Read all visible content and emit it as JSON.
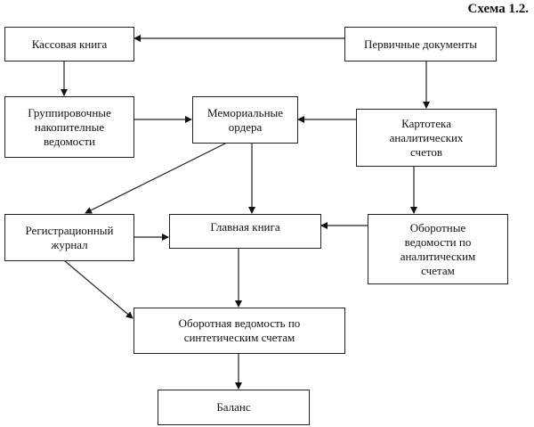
{
  "title": "Схема 1.2.",
  "nodes": {
    "cash_book": "Кассовая книга",
    "primary_docs": "Первичные документы",
    "grouping": "Группировочные\nнакопителные\nведомости",
    "memorial": "Мемориальные\nордера",
    "card_index": "Картотека\nаналитических\nсчетов",
    "registration": "Регистрационный\nжурнал",
    "general_ledger": "Главная книга",
    "turnover_analytic": "Оборотные\nведомости по\nаналитическим\nсчетам",
    "turnover_synthetic": "Оборотная ведомость по\nсинтетическим счетам",
    "balance": "Баланс"
  },
  "edges": [
    {
      "from": "primary_docs",
      "to": "cash_book"
    },
    {
      "from": "primary_docs",
      "to": "card_index"
    },
    {
      "from": "cash_book",
      "to": "grouping"
    },
    {
      "from": "grouping",
      "to": "memorial"
    },
    {
      "from": "card_index",
      "to": "memorial"
    },
    {
      "from": "memorial",
      "to": "registration"
    },
    {
      "from": "memorial",
      "to": "general_ledger"
    },
    {
      "from": "card_index",
      "to": "turnover_analytic"
    },
    {
      "from": "registration",
      "to": "general_ledger"
    },
    {
      "from": "turnover_analytic",
      "to": "general_ledger"
    },
    {
      "from": "registration",
      "to": "turnover_synthetic"
    },
    {
      "from": "general_ledger",
      "to": "turnover_synthetic"
    },
    {
      "from": "turnover_synthetic",
      "to": "balance"
    }
  ]
}
